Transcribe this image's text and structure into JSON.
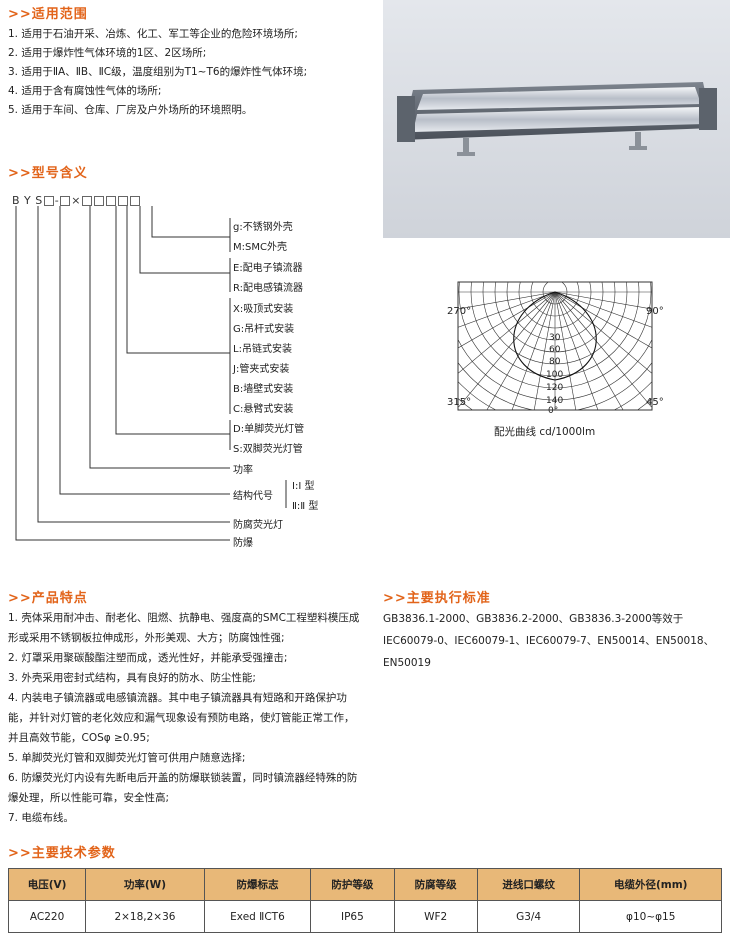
{
  "scope": {
    "title": ">>适用范围",
    "items": [
      "1. 适用于石油开采、冶炼、化工、军工等企业的危险环境场所;",
      "2. 适用于爆炸性气体环境的1区、2区场所;",
      "3. 适用于ⅡA、ⅡB、ⅡC级，温度组别为T1~T6的爆炸性气体环境;",
      "4. 适用于含有腐蚀性气体的场所;",
      "5. 适用于车间、仓库、厂房及户外场所的环境照明。"
    ]
  },
  "model": {
    "title": ">>型号含义",
    "code_prefix": "B Y S",
    "code_sep": "-",
    "code_x": "×",
    "labels": {
      "g": "g:不锈钢外壳",
      "m": "M:SMC外壳",
      "e": "E:配电子镇流器",
      "r": "R:配电感镇流器",
      "x": "X:吸顶式安装",
      "gg": "G:吊杆式安装",
      "l": "L:吊链式安装",
      "j": "J:管夹式安装",
      "b": "B:墙壁式安装",
      "c": "C:悬臂式安装",
      "d": "D:单脚荧光灯管",
      "s": "S:双脚荧光灯管",
      "power": "功率",
      "struct": "结构代号",
      "type1": "Ⅰ:Ⅰ 型",
      "type2": "Ⅱ:Ⅱ 型",
      "anticorr": "防腐荧光灯",
      "explosion": "防爆"
    }
  },
  "polar": {
    "caption": "配光曲线  cd/1000lm",
    "angle_270": "270°",
    "angle_90": "90°",
    "angle_315": "315°",
    "angle_45": "45°",
    "angle_0": "0°",
    "rings": [
      "30",
      "60",
      "80",
      "100",
      "120",
      "140"
    ]
  },
  "features": {
    "title": ">>产品特点",
    "items": [
      "1. 壳体采用耐冲击、耐老化、阻燃、抗静电、强度高的SMC工程塑料模压成形或采用不锈钢板拉伸成形，外形美观、大方；防腐蚀性强;",
      "2. 灯罩采用聚碳酸酯注塑而成，透光性好，并能承受强撞击;",
      "3. 外壳采用密封式结构，具有良好的防水、防尘性能;",
      "4. 内装电子镇流器或电感镇流器。其中电子镇流器具有短路和开路保护功能，并针对灯管的老化效应和漏气现象设有预防电路，使灯管能正常工作，并且高效节能，COSφ ≥0.95;",
      "5. 单脚荧光灯管和双脚荧光灯管可供用户随意选择;",
      "6. 防爆荧光灯内设有先断电后开盖的防爆联锁装置，同时镇流器经特殊的防爆处理，所以性能可靠，安全性高;",
      "7. 电缆布线。"
    ]
  },
  "standards": {
    "title": ">>主要执行标准",
    "text": "GB3836.1-2000、GB3836.2-2000、GB3836.3-2000等效于IEC60079-0、IEC60079-1、IEC60079-7、EN50014、EN50018、EN50019"
  },
  "specs": {
    "title": ">>主要技术参数",
    "headers": [
      "电压(V)",
      "功率(W)",
      "防爆标志",
      "防护等级",
      "防腐等级",
      "进线口螺纹",
      "电缆外径(mm)"
    ],
    "row": [
      "AC220",
      "2×18,2×36",
      "Exed ⅡCT6",
      "IP65",
      "WF2",
      "G3/4",
      "φ10~φ15"
    ]
  }
}
